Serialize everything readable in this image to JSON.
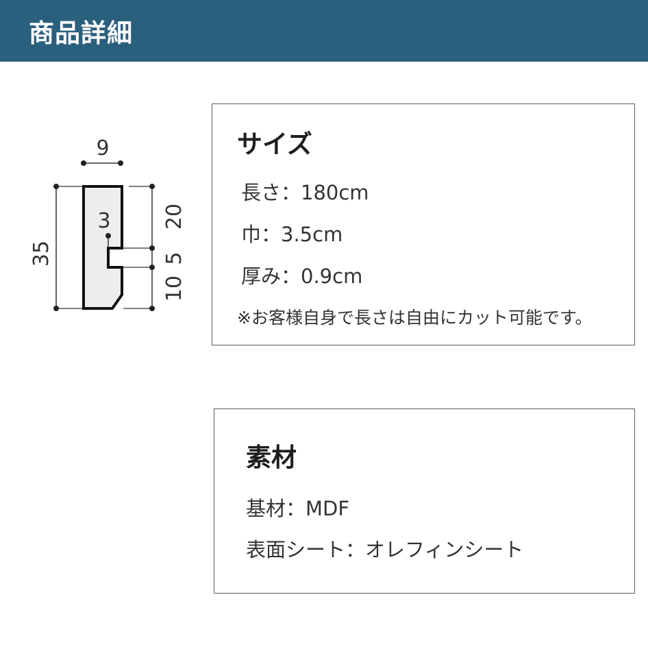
{
  "header": {
    "title": "商品詳細"
  },
  "diagram": {
    "width_label": "9",
    "height_label": "35",
    "notch_label": "3",
    "right_labels": [
      "20",
      "5",
      "10"
    ]
  },
  "size_box": {
    "heading": "サイズ",
    "length": "長さ：180cm",
    "width": "巾：3.5cm",
    "thickness": "厚み：0.9cm",
    "note": "※お客様自身で長さは自由にカット可能です。"
  },
  "material_box": {
    "heading": "素材",
    "base": "基材：MDF",
    "surface": "表面シート：オレフィンシート"
  },
  "colors": {
    "header_bg": "#2b5f7e",
    "header_text": "#ffffff",
    "profile_fill": "#ededed"
  }
}
